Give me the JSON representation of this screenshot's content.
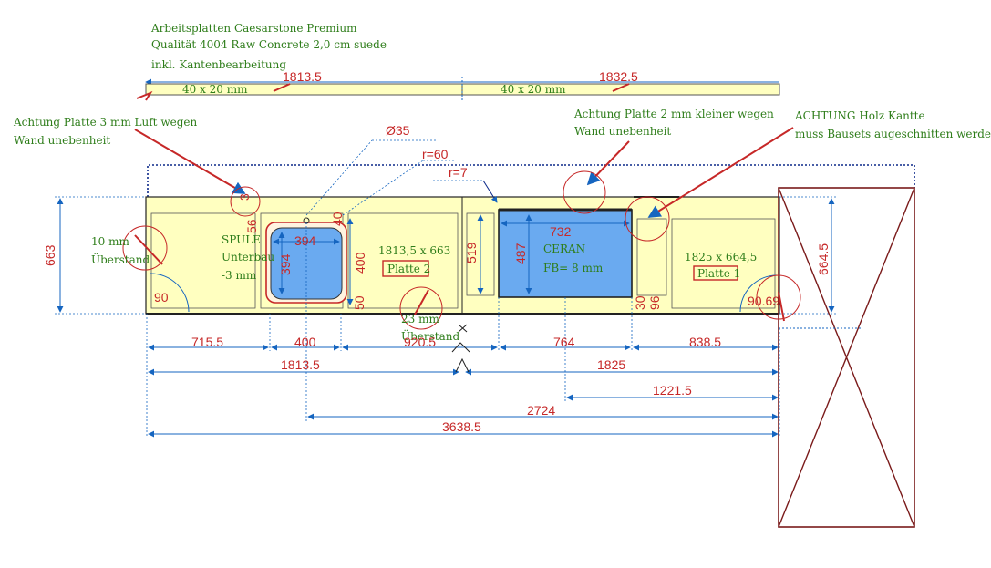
{
  "header": {
    "lines": [
      "Arbeitsplatten Caesarstone Premium",
      "Qualität 4004 Raw Concrete 2,0 cm suede",
      "inkl. Kantenbearbeitung"
    ]
  },
  "edge_strip": {
    "left_length": "1813.5",
    "left_edge": "40 x 20 mm",
    "right_length": "1832.5",
    "right_edge": "40 x 20 mm"
  },
  "notes": {
    "left_gap_1": "Achtung Platte 3 mm Luft wegen",
    "left_gap_2": "Wand unebenheit",
    "mid_small_1": "Achtung Platte 2 mm kleiner wegen",
    "mid_small_2": "Wand unebenheit",
    "wood_1": "ACHTUNG Holz Kantte",
    "wood_2": "muss Bausets augeschnitten werden",
    "overhang_10_1": "10 mm",
    "overhang_10_2": "Überstand",
    "overhang_23_1": "23 mm",
    "overhang_23_2": "Überstand"
  },
  "sink": {
    "label_1": "SPULE",
    "label_2": "Unterbau",
    "label_3": "-3 mm",
    "diameter": "Ø35",
    "radius": "r=60",
    "width": "394",
    "height": "394",
    "offset_top": "56",
    "offset_tap": "40",
    "cabinet_depth": "400",
    "offset_bottom": "50"
  },
  "plate2": {
    "size": "1813,5 x 663",
    "name": "Platte 2"
  },
  "hob": {
    "label_1": "CERAN",
    "label_2": "FB= 8 mm",
    "radius": "r=7",
    "width": "732",
    "height": "487",
    "offset": "519",
    "side_1": "30",
    "side_2": "96"
  },
  "plate1": {
    "size": "1825 x 664,5",
    "name": "Platte 1"
  },
  "counter": {
    "depth_left": "663",
    "depth_right": "664.5",
    "angle_left": "90",
    "angle_right": "90.69"
  },
  "dimensions": {
    "row1": [
      "715.5",
      "400",
      "920.5",
      "764",
      "838.5"
    ],
    "row2": [
      "1813.5",
      "1825"
    ],
    "row3": "1221.5",
    "row4": "2724",
    "row5": "3638.5"
  }
}
